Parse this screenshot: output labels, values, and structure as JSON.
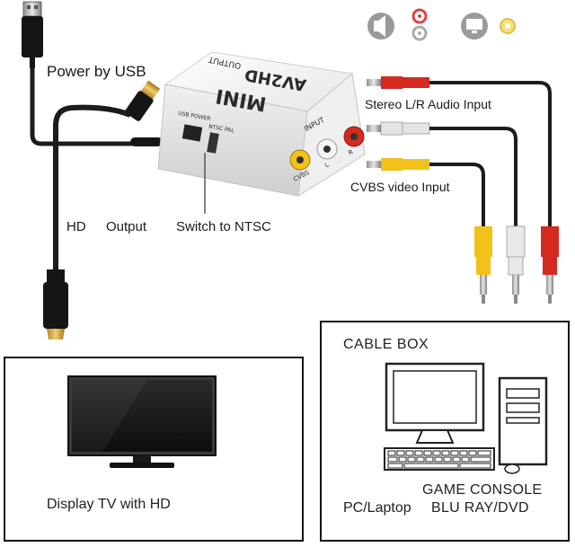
{
  "labels": {
    "power": "Power by USB",
    "stereo": "Stereo L/R Audio Input",
    "cvbs": "CVBS video Input",
    "hd": "HD",
    "output": "Output",
    "switch": "Switch to NTSC"
  },
  "device": {
    "brand": "MINI",
    "model": "AV2HD",
    "output": "OUTPUT",
    "input": "INPUT",
    "power_port": "USB POWER",
    "switch_port": "NTSC PAL",
    "jack_v": "CVBS",
    "jack_l": "L",
    "jack_r": "R"
  },
  "tv_panel": {
    "prefix": "Display",
    "highlight": "TV with HD"
  },
  "source_panel": {
    "title": "CABLE BOX",
    "left": "PC/Laptop",
    "right_line1": "GAME CONSOLE",
    "right_line2": "BLU RAY/DVD"
  },
  "icons": [
    "speaker-icon",
    "audio-jacks-icon",
    "monitor-icon",
    "video-jack-icon"
  ],
  "colors": {
    "rca_red": "#d42a1f",
    "rca_white": "#e8e8e8",
    "rca_yellow": "#f2c21a",
    "cable": "#1c1c1c",
    "device_body": "#f4f4f4"
  }
}
